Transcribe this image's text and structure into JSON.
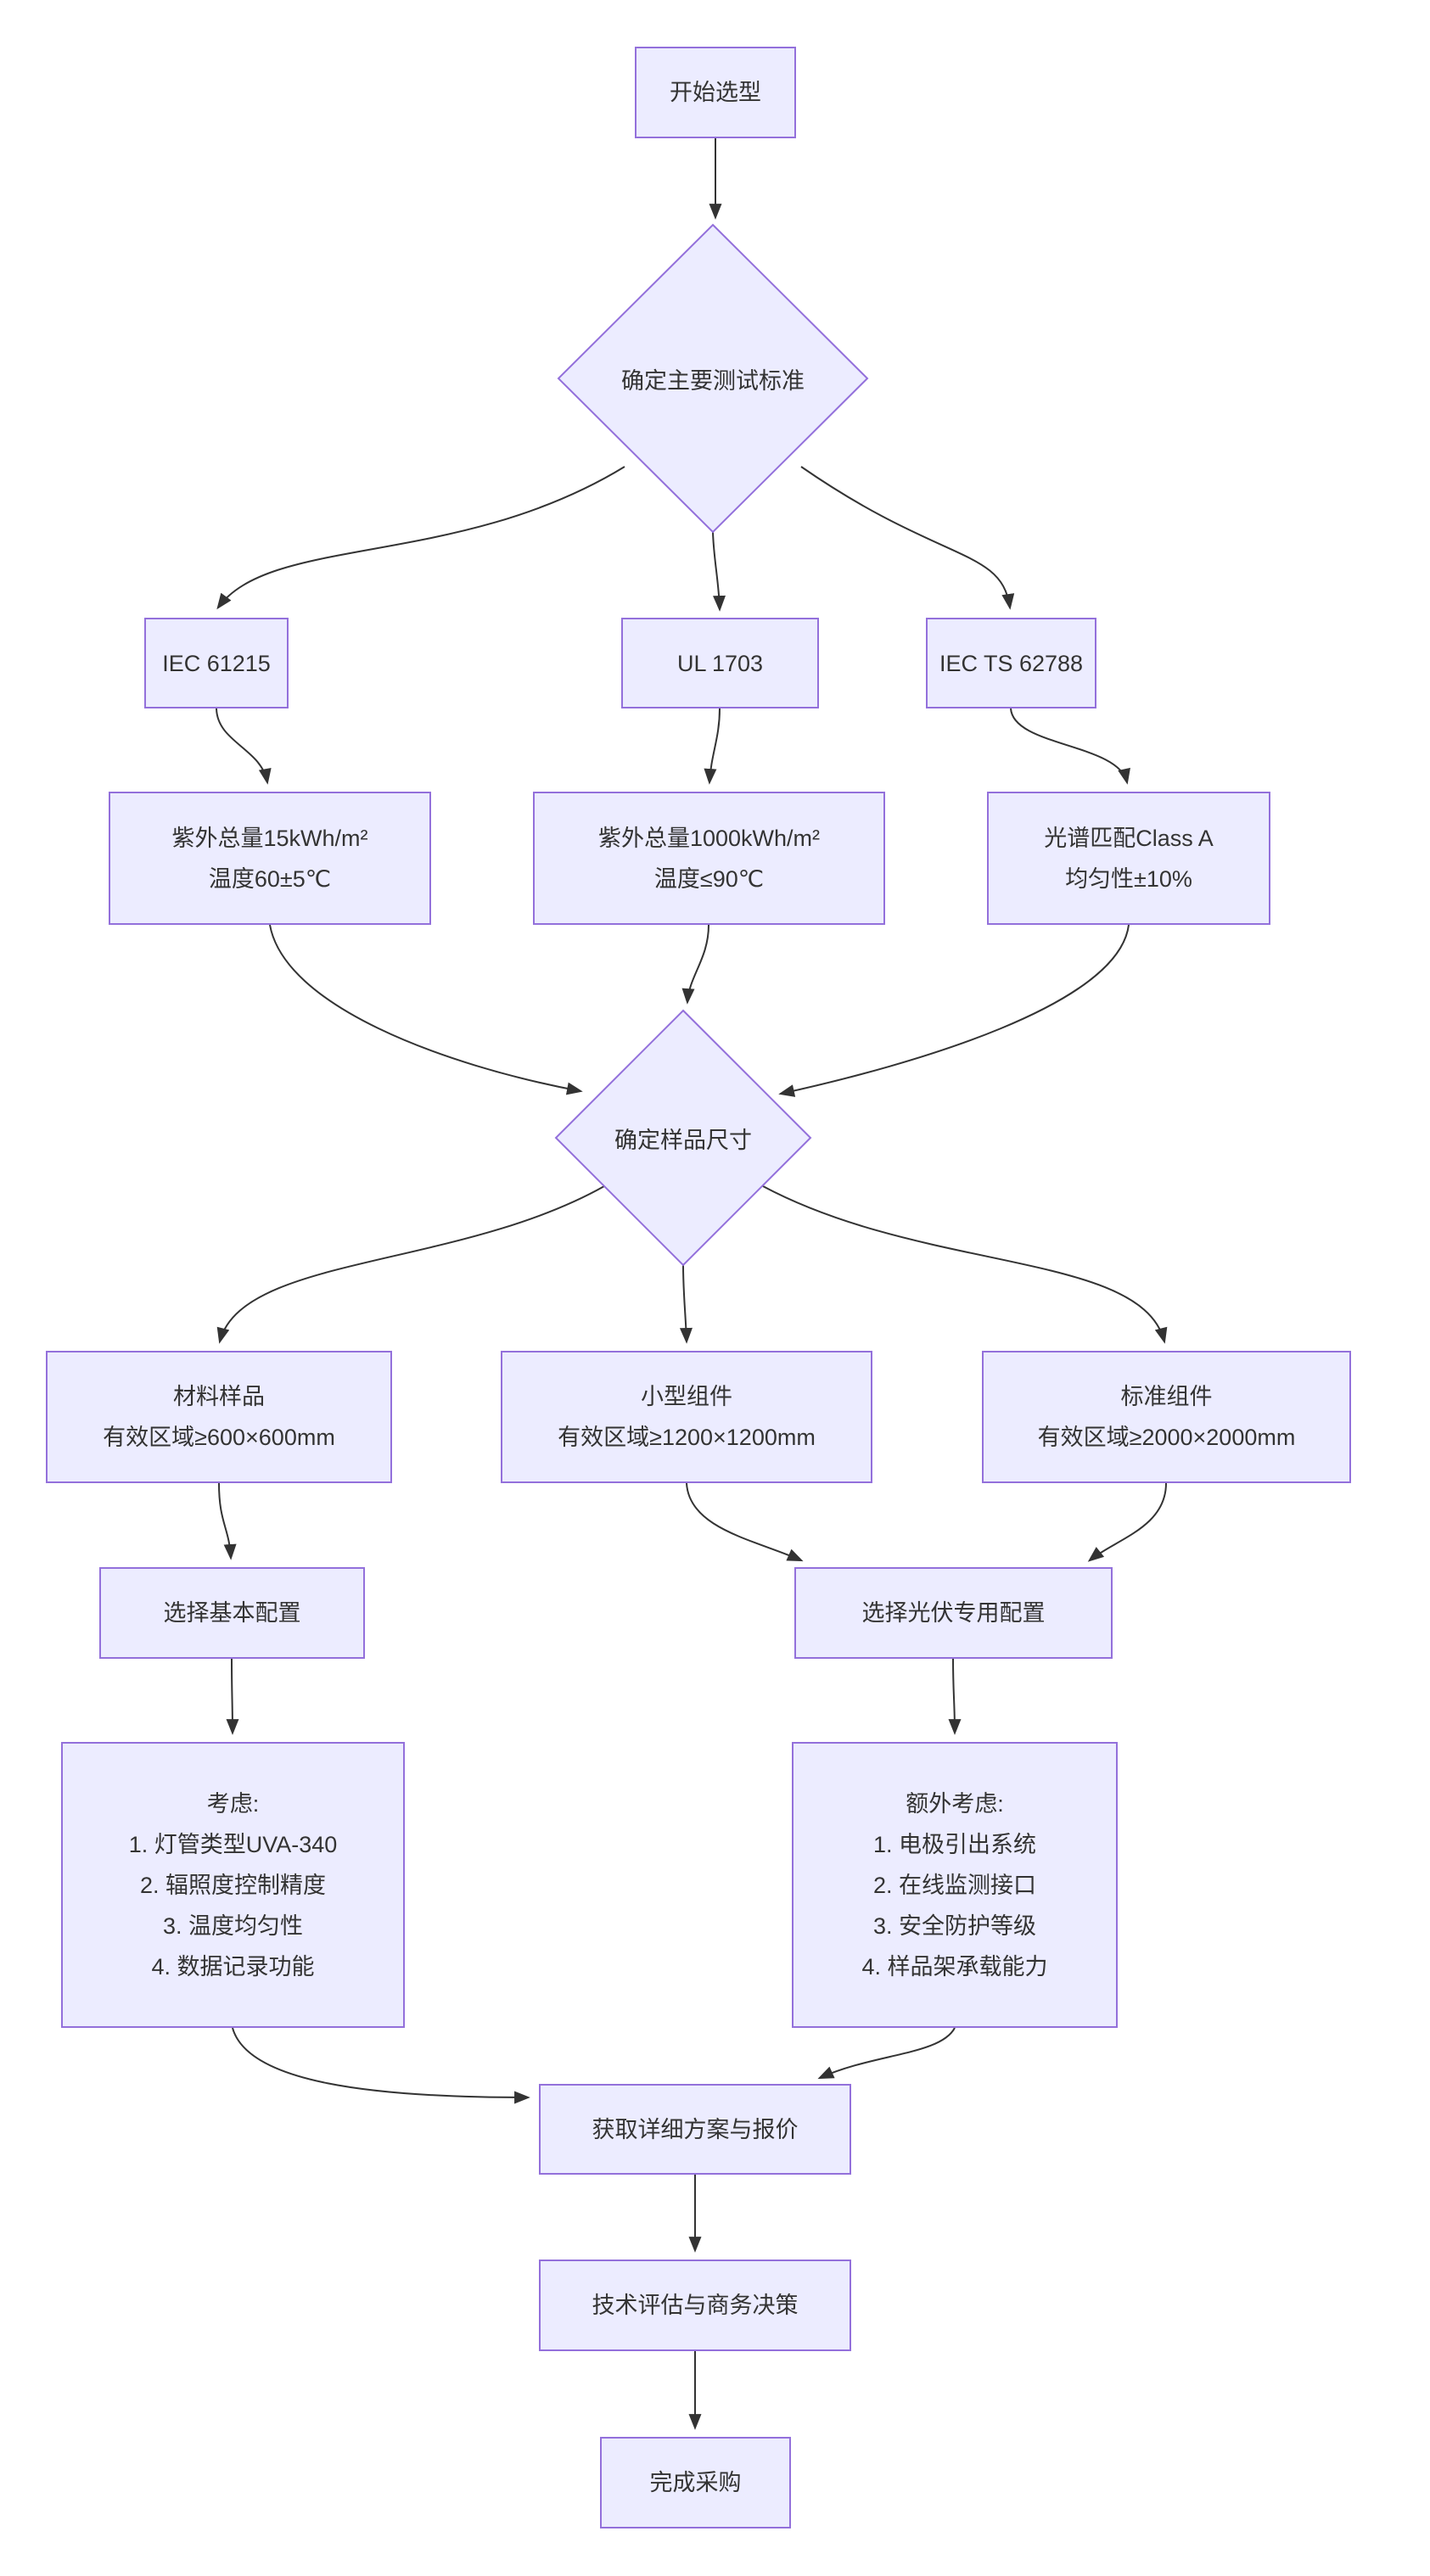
{
  "colors": {
    "node_fill": "#ECECFF",
    "node_border": "#9370DB",
    "edge": "#333333",
    "text": "#333333"
  },
  "nodes": {
    "start": {
      "label": "开始选型"
    },
    "decide_standard": {
      "label": "确定主要测试标准"
    },
    "iec61215": {
      "label": "IEC 61215"
    },
    "ul1703": {
      "label": "UL 1703"
    },
    "iects62788": {
      "label": "IEC TS 62788"
    },
    "detail_iec": {
      "line1": "紫外总量15kWh/m²",
      "line2": "温度60±5℃"
    },
    "detail_ul": {
      "line1": "紫外总量1000kWh/m²",
      "line2": "温度≤90℃"
    },
    "detail_ts": {
      "line1": "光谱匹配Class A",
      "line2": "均匀性±10%"
    },
    "decide_size": {
      "label": "确定样品尺寸"
    },
    "sample_material": {
      "line1": "材料样品",
      "line2": "有效区域≥600×600mm"
    },
    "sample_small": {
      "line1": "小型组件",
      "line2": "有效区域≥1200×1200mm"
    },
    "sample_standard": {
      "line1": "标准组件",
      "line2": "有效区域≥2000×2000mm"
    },
    "config_basic": {
      "label": "选择基本配置"
    },
    "config_pv": {
      "label": "选择光伏专用配置"
    },
    "consider_basic": {
      "title": "考虑:",
      "items": [
        "1. 灯管类型UVA-340",
        "2. 辐照度控制精度",
        "3. 温度均匀性",
        "4. 数据记录功能"
      ]
    },
    "consider_pv": {
      "title": "额外考虑:",
      "items": [
        "1. 电极引出系统",
        "2. 在线监测接口",
        "3. 安全防护等级",
        "4. 样品架承载能力"
      ]
    },
    "quote": {
      "label": "获取详细方案与报价"
    },
    "decision": {
      "label": "技术评估与商务决策"
    },
    "purchase": {
      "label": "完成采购"
    }
  }
}
